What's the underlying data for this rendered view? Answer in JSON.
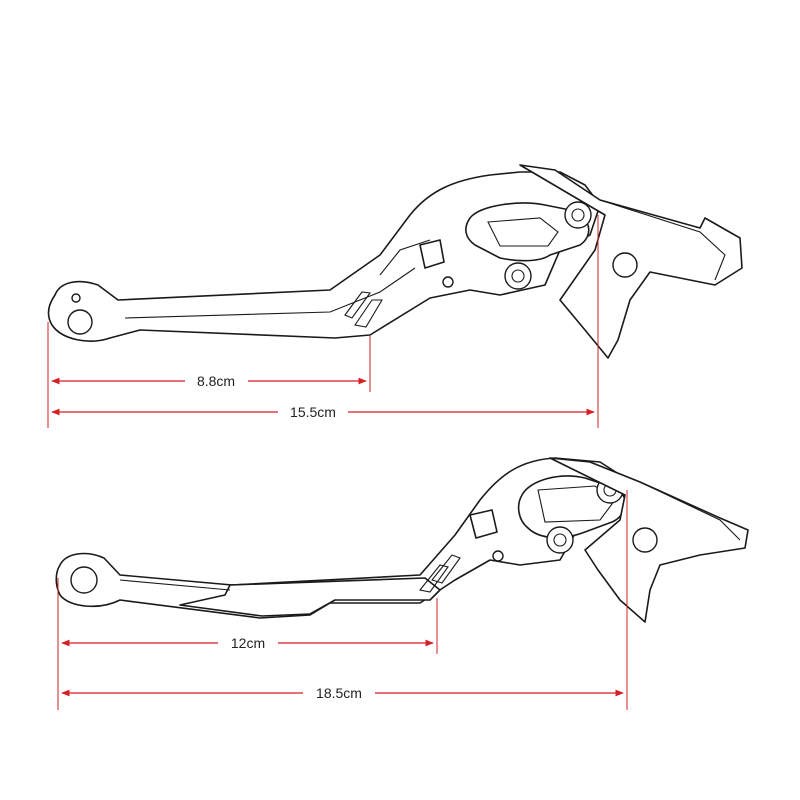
{
  "colors": {
    "dimension_line": "#d61f26",
    "outline": "#1a1a1a",
    "background": "#ffffff"
  },
  "lever_short": {
    "dim_inner": {
      "label": "8.8cm"
    },
    "dim_outer": {
      "label": "15.5cm"
    }
  },
  "lever_long": {
    "dim_inner": {
      "label": "12cm"
    },
    "dim_outer": {
      "label": "18.5cm"
    }
  }
}
